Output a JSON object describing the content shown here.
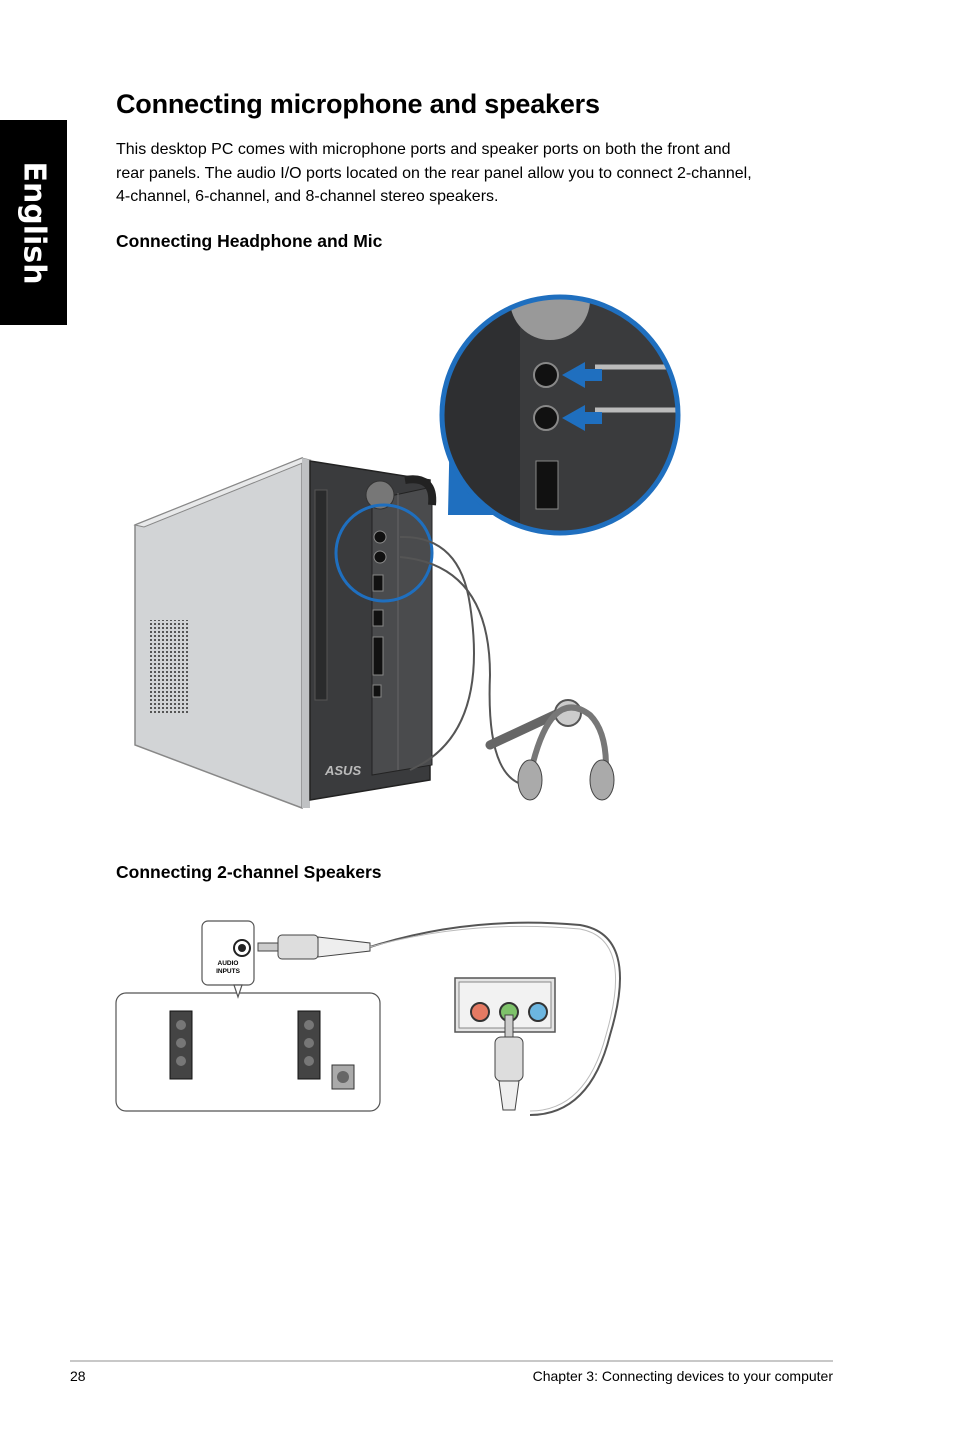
{
  "side_tab": {
    "label": "English"
  },
  "page_title": "Connecting microphone and speakers",
  "intro_lines": [
    "This desktop PC comes with microphone ports and speaker ports on both the front and",
    "rear panels. The audio I/O ports located on the rear panel allow you to connect 2-channel,",
    "4-channel, 6-channel, and 8-channel stereo speakers."
  ],
  "sections": [
    {
      "heading": "Connecting Headphone and Mic"
    },
    {
      "heading": "Connecting 2-channel Speakers"
    }
  ],
  "figure_speakers": {
    "callout_label_line1": "AUDIO",
    "callout_label_line2": "INPUTS"
  },
  "figure_pc": {
    "brand_logo": "ASUS"
  },
  "footer": {
    "page_number": "28",
    "chapter": "Chapter 3: Connecting devices to your computer"
  }
}
